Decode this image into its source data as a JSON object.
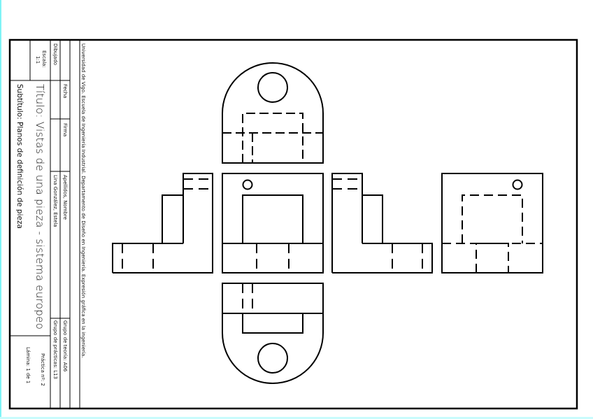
{
  "sheet": {
    "line_color": "#000000",
    "background": "#ffffff"
  },
  "title_block": {
    "header": "Universidad de Vigo. Escuela de Ingeniería Industrial. Departamento de Diseño en Ingeniería. Expresión gráfica en la ingeniería.",
    "fecha_label": "Fecha",
    "firma_label": "Firma",
    "apellidos_label": "Apellidos, Nombre",
    "author": "Lina González, Estela",
    "dibujado_label": "Dibujado",
    "escala_label": "Escala:",
    "escala_value": "1:1",
    "grupo_teoria": "Grupo de teoría: A06",
    "grupo_practicas": "Grupo de prácticas: L13",
    "title": "Título: Vistas de una pieza - sistema europeo",
    "subtitle": "Subtítulo: Planos de definición de pieza",
    "practica": "Práctica nº: 2",
    "lamina": "Lámina: 1 de 1"
  },
  "views": [
    {
      "name": "top-view",
      "position": "above"
    },
    {
      "name": "left-side-view",
      "position": "left"
    },
    {
      "name": "front-view",
      "position": "center"
    },
    {
      "name": "right-side-view",
      "position": "right"
    },
    {
      "name": "rear-view",
      "position": "far-right"
    },
    {
      "name": "bottom-view",
      "position": "below"
    }
  ]
}
